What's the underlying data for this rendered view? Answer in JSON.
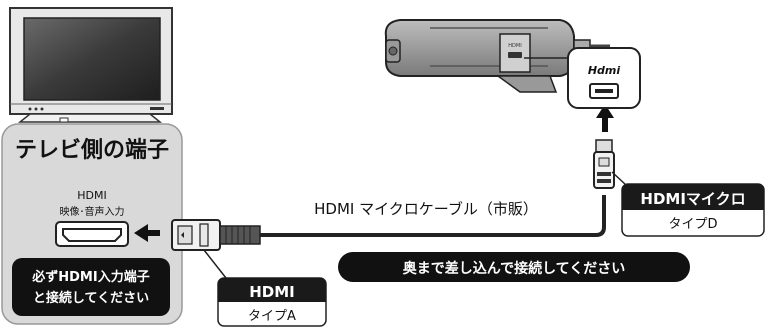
{
  "tv_side": {
    "title": "テレビ側の端子",
    "port_label_1": "HDMI",
    "port_label_2": "映像･音声入力",
    "notice_line1": "必ずHDMI入力端子",
    "notice_line2": "と接続してください"
  },
  "cable_label": "HDMI マイクロケーブル（市販）",
  "instruction": "奥まで差し込んで接続してください",
  "connector_hdmi": {
    "name": "HDMI",
    "type": "タイプA"
  },
  "connector_micro": {
    "name": "HDMIマイクロ",
    "type": "タイプD"
  },
  "camera_port": {
    "logo": "Hdmi",
    "body_mark": "HDMI"
  },
  "colors": {
    "label_bg": "#1a1a1a",
    "label_text": "#ffffff",
    "panel_bg": "#d9d9d9",
    "notice_bg": "#111111"
  },
  "icons": [
    "tv-icon",
    "camera-icon",
    "hdmi-plug-icon",
    "micro-hdmi-plug-icon",
    "arrow-left-icon",
    "arrow-up-icon"
  ]
}
